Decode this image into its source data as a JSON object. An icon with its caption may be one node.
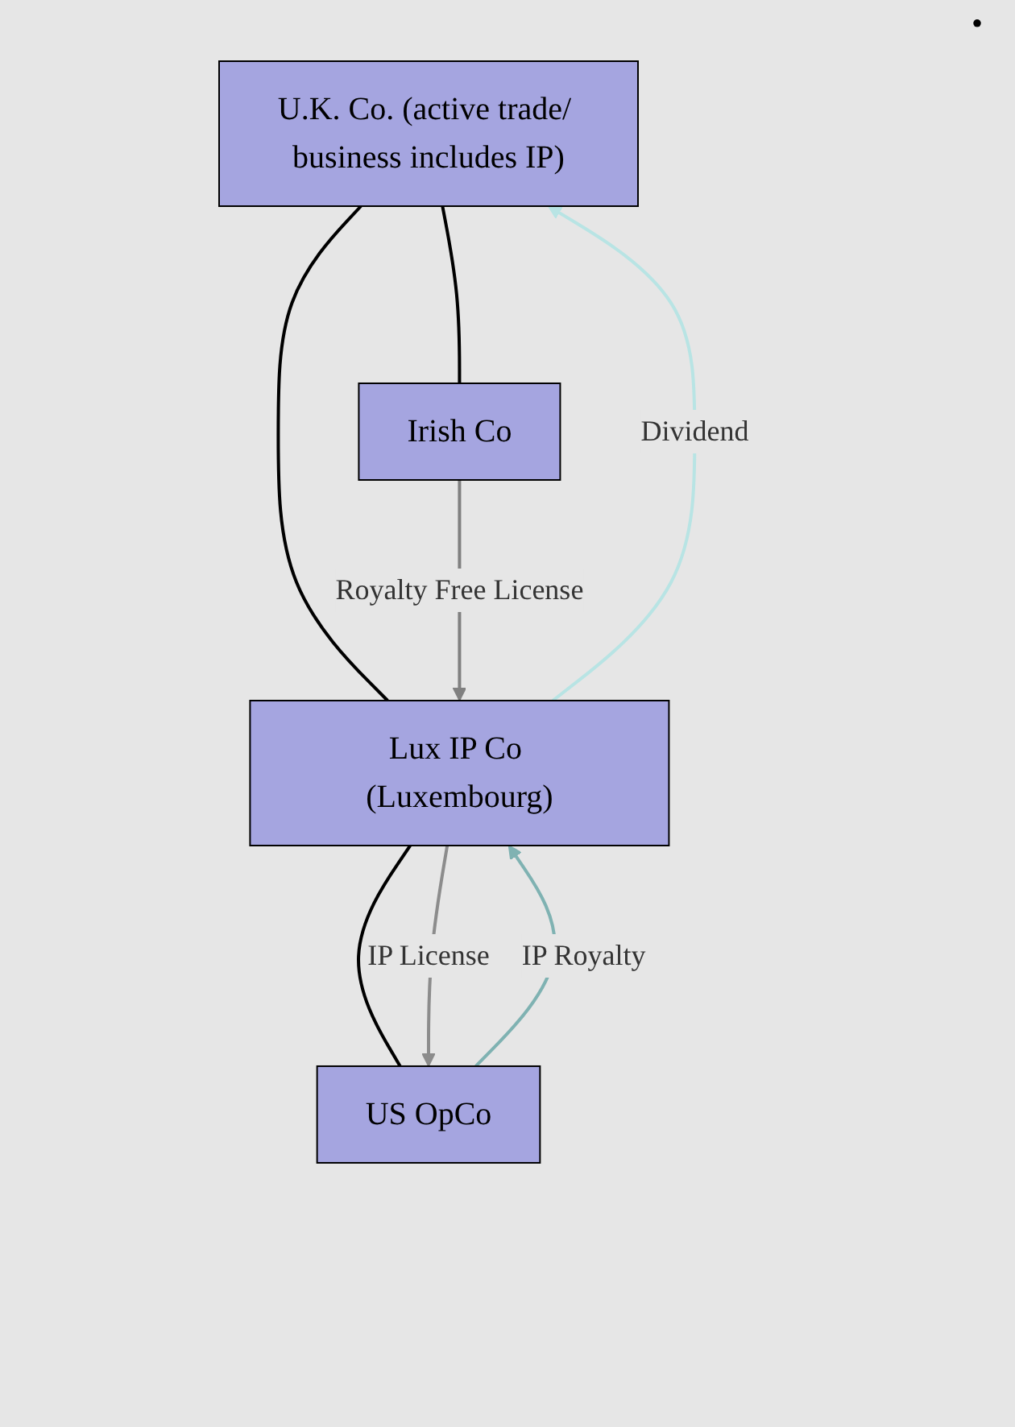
{
  "diagram": {
    "nodes": [
      {
        "text": [
          "U.K. Co. (active trade/ business includes IP)"
        ]
      },
      {
        "text": [
          "Lux IP Co (Luxembourg)"
        ]
      },
      {
        "text": [
          "Irish Co"
        ]
      },
      {
        "text": [
          "US OpCo"
        ]
      }
    ],
    "edges": [
      {
        "from": 0,
        "to": 1,
        "arrow": "none"
      },
      {
        "from": 0,
        "to": 2,
        "arrow": "none"
      },
      {
        "from": 1,
        "to": 3,
        "arrow": "none"
      },
      {
        "from": 1,
        "to": 0,
        "arrow": "to",
        "label": "Dividend",
        "color": "#b8e4e4"
      },
      {
        "from": 2,
        "to": 1,
        "arrow": "to",
        "label": "Royalty Free License",
        "color": "#808080"
      },
      {
        "from": 1,
        "to": 3,
        "arrow": "to",
        "label": "IP License",
        "color": "#8c8c8c"
      },
      {
        "from": 3,
        "to": 1,
        "arrow": "to",
        "label": "IP Royalty",
        "color": "#7fb2b2"
      }
    ],
    "labels": [
      "•"
    ]
  }
}
